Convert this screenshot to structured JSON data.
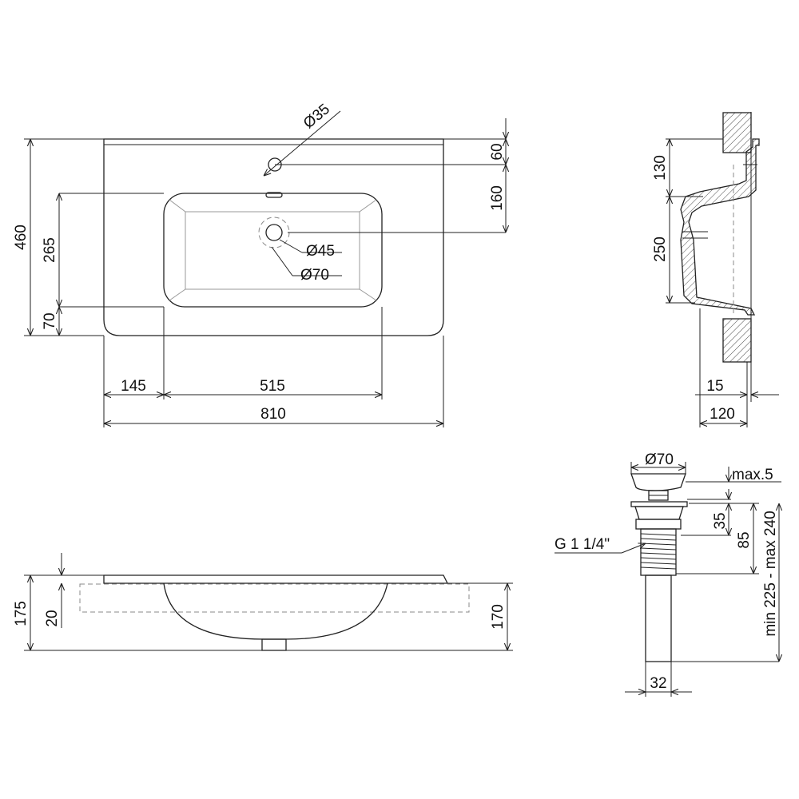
{
  "top_view": {
    "overall_width": "810",
    "left_offset": "145",
    "bowl_width": "515",
    "overall_depth": "460",
    "bowl_depth": "265",
    "front_offset": "70",
    "tap_offset": "60",
    "drain_offset": "160",
    "tap_hole": "Ø35",
    "drain_hole": "Ø45",
    "drain_ring": "Ø70"
  },
  "side_section": {
    "top_height": "130",
    "bowl_height": "250",
    "wall_gap": "15",
    "total_depth": "120"
  },
  "front_view": {
    "overall_height": "175",
    "rim_thickness": "20",
    "bowl_height": "170"
  },
  "drain_detail": {
    "cap_diameter": "Ø70",
    "max_gap": "max.5",
    "flange_height": "35",
    "body_height": "85",
    "thread": "G 1 1/4\"",
    "length_range": "min 225 - max 240",
    "pipe_diameter": "32"
  }
}
